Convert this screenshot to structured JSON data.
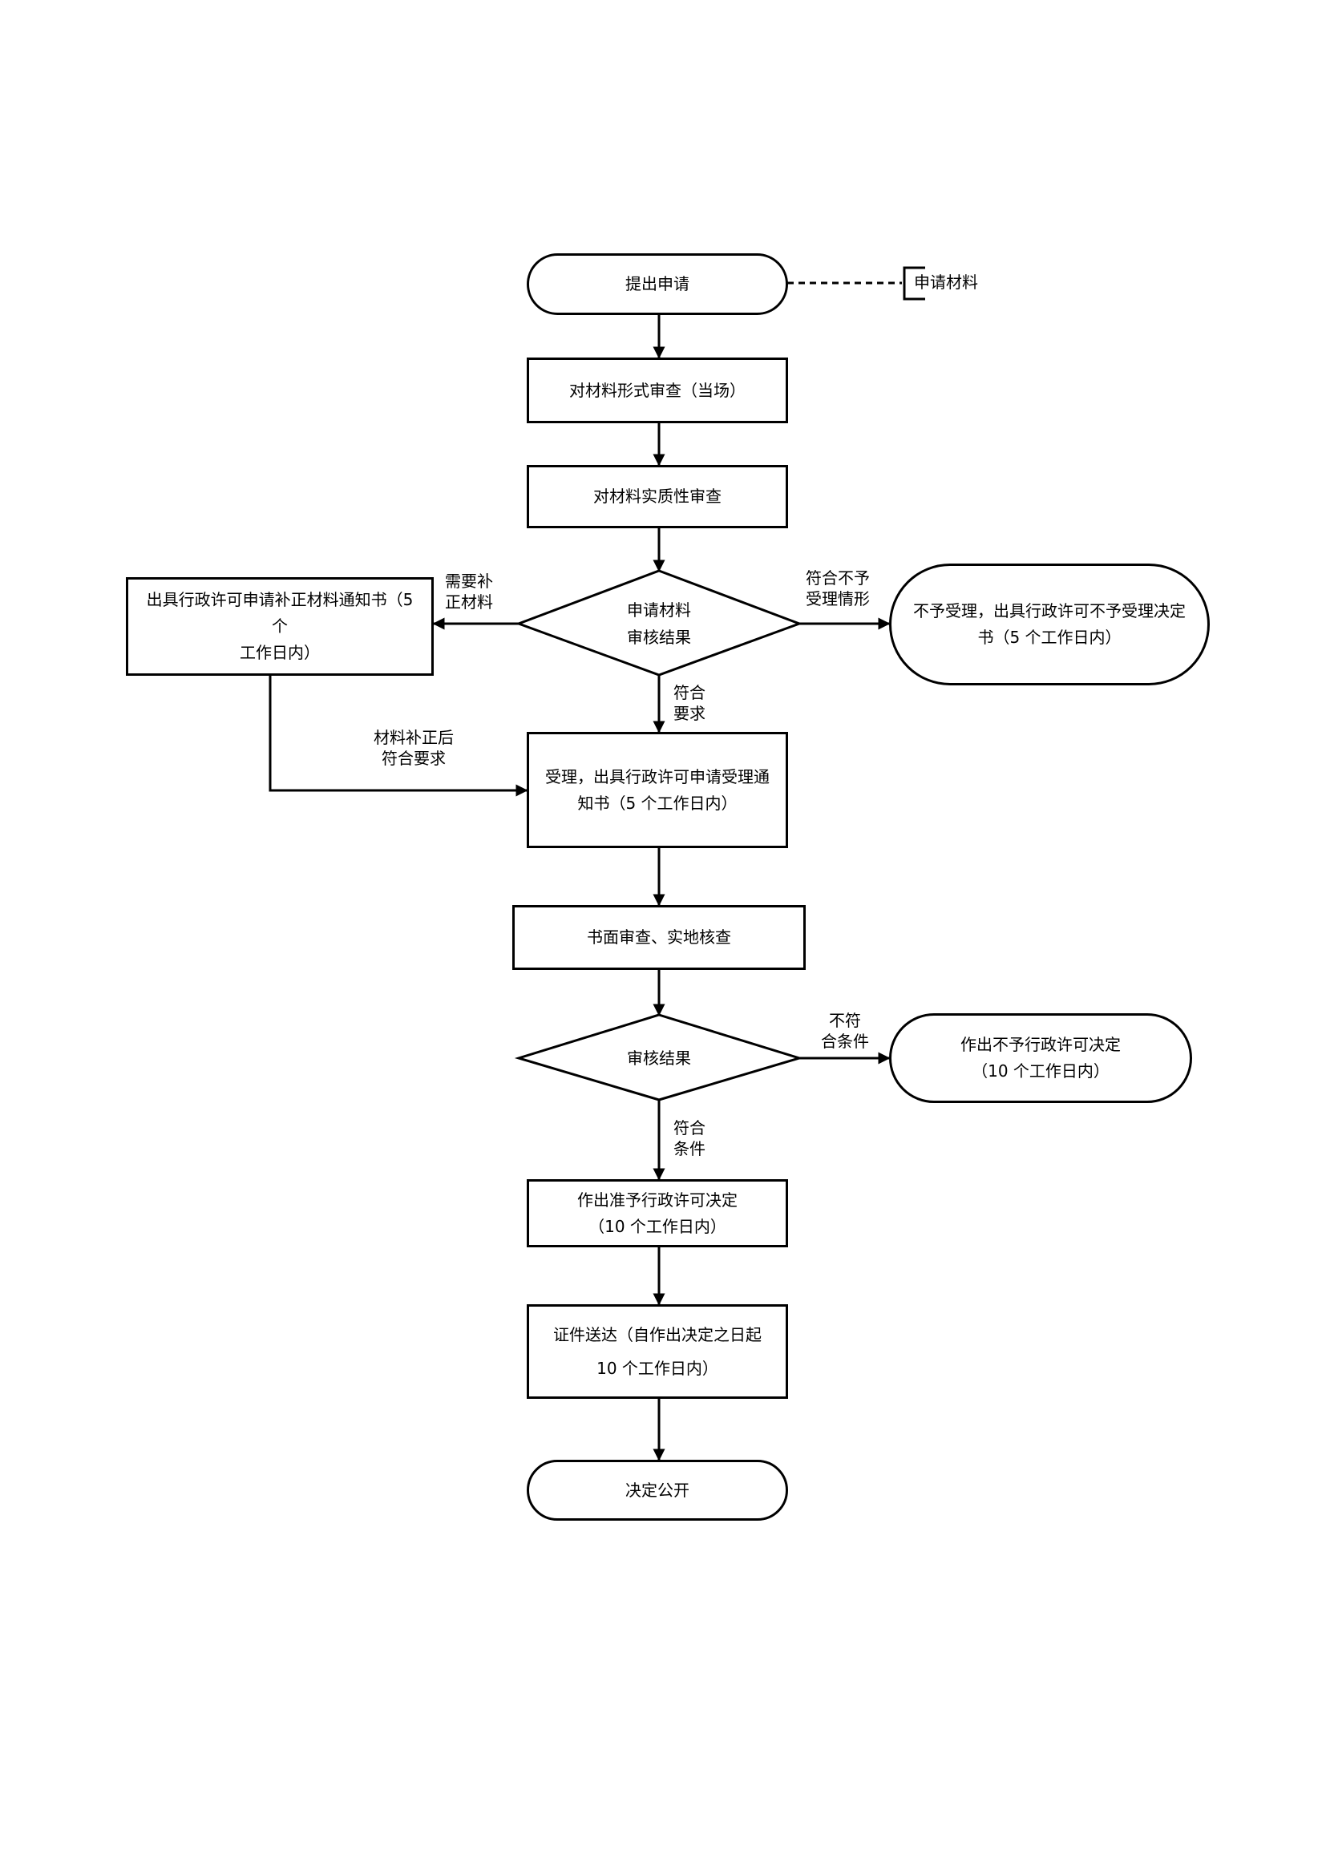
{
  "nodes": {
    "submit": "提出申请",
    "materials": "申请材料",
    "form_review": "对材料形式审查（当场）",
    "substantive_review": "对材料实质性审查",
    "decision1": [
      "申请材料",
      "审核结果"
    ],
    "supplement_notice": [
      "出具行政许可申请补正材料通知书（5 个",
      "工作日内）"
    ],
    "reject_accept": [
      "不予受理，出具行政许可不予受理决定",
      "书（5 个工作日内）"
    ],
    "accept": [
      "受理，出具行政许可申请受理通",
      "知书（5 个工作日内）"
    ],
    "onsite_review": "书面审查、实地核查",
    "decision2": "审核结果",
    "deny_permit": [
      "作出不予行政许可决定",
      "（10 个工作日内）"
    ],
    "grant_permit": [
      "作出准予行政许可决定",
      "（10 个工作日内）"
    ],
    "deliver": [
      "证件送达（自作出决定之日起",
      "10 个工作日内）"
    ],
    "publish": "决定公开"
  },
  "labels": {
    "need_supplement": [
      "需要补",
      "正材料"
    ],
    "not_accepted_case": [
      "符合不予",
      "受理情形"
    ],
    "meets_requirement": [
      "符合",
      "要求"
    ],
    "after_supplement": [
      "材料补正后",
      "符合要求"
    ],
    "not_meet_conditions": [
      "不符",
      "合条件"
    ],
    "meets_conditions": [
      "符合",
      "条件"
    ]
  }
}
